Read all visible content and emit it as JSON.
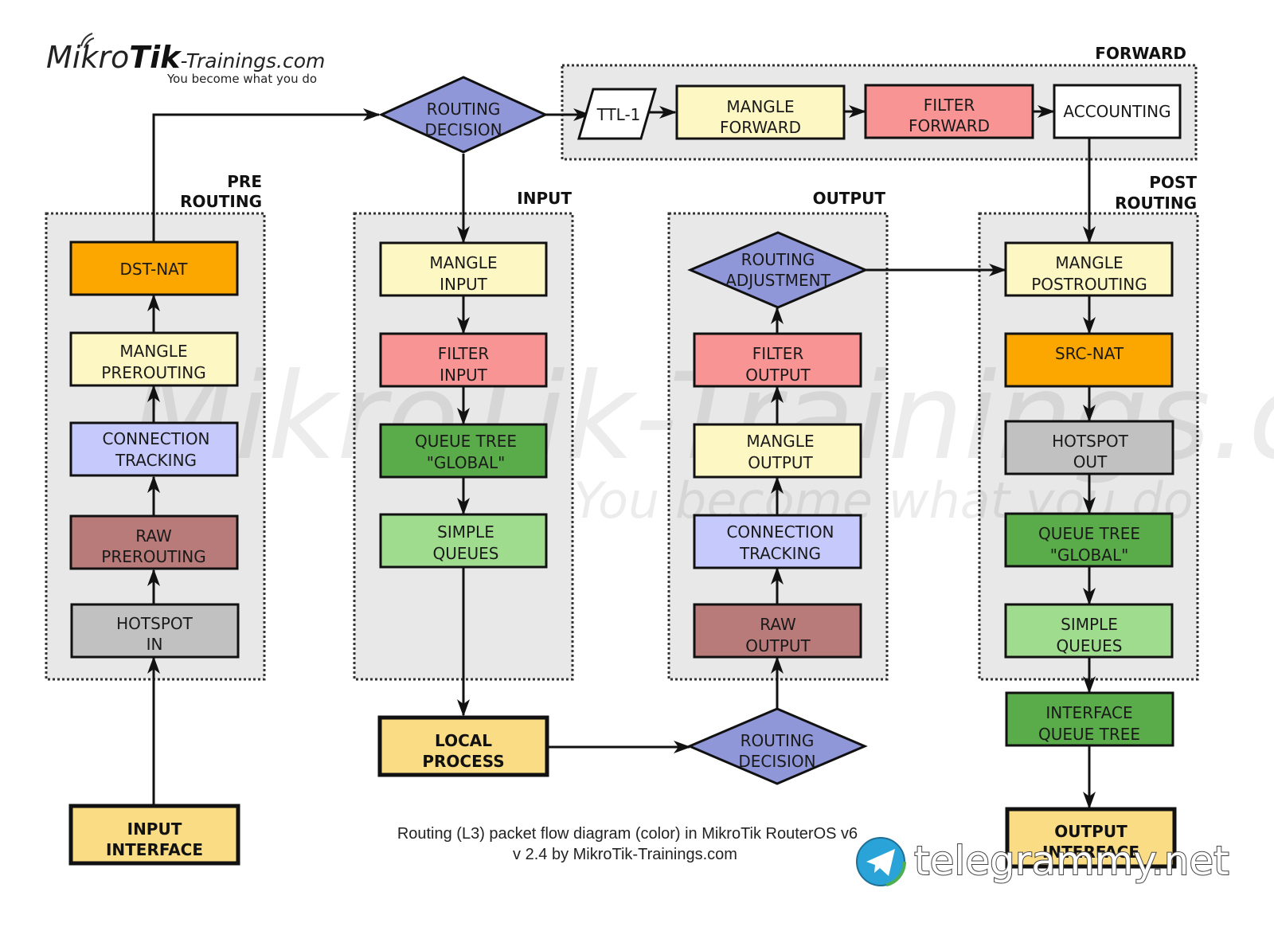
{
  "logo": {
    "name_prefix": "Mikro",
    "name_bold": "Tik",
    "suffix": "-Trainings.com",
    "tagline": "You become what you do"
  },
  "sections": {
    "prerouting": [
      "PRE",
      "ROUTING"
    ],
    "input": [
      "INPUT"
    ],
    "output": [
      "OUTPUT"
    ],
    "postrouting": [
      "POST",
      "ROUTING"
    ],
    "forward": [
      "FORWARD"
    ]
  },
  "nodes": {
    "routing_decision_top": [
      "ROUTING",
      "DECISION"
    ],
    "ttl": [
      "TTL-1"
    ],
    "mangle_forward": [
      "MANGLE",
      "FORWARD"
    ],
    "filter_forward": [
      "FILTER",
      "FORWARD"
    ],
    "accounting": [
      "ACCOUNTING"
    ],
    "dst_nat": [
      "DST-NAT"
    ],
    "mangle_prerouting": [
      "MANGLE",
      "PREROUTING"
    ],
    "connection_tracking_pre": [
      "CONNECTION",
      "TRACKING"
    ],
    "raw_prerouting": [
      "RAW",
      "PREROUTING"
    ],
    "hotspot_in": [
      "HOTSPOT",
      "IN"
    ],
    "input_interface": [
      "INPUT",
      "INTERFACE"
    ],
    "mangle_input": [
      "MANGLE",
      "INPUT"
    ],
    "filter_input": [
      "FILTER",
      "INPUT"
    ],
    "queue_tree_global_in": [
      "QUEUE TREE",
      "\"GLOBAL\""
    ],
    "simple_queues_in": [
      "SIMPLE",
      "QUEUES"
    ],
    "local_process": [
      "LOCAL",
      "PROCESS"
    ],
    "routing_adjustment": [
      "ROUTING",
      "ADJUSTMENT"
    ],
    "filter_output": [
      "FILTER",
      "OUTPUT"
    ],
    "mangle_output": [
      "MANGLE",
      "OUTPUT"
    ],
    "connection_tracking_out": [
      "CONNECTION",
      "TRACKING"
    ],
    "raw_output": [
      "RAW",
      "OUTPUT"
    ],
    "routing_decision_bottom": [
      "ROUTING",
      "DECISION"
    ],
    "mangle_postrouting": [
      "MANGLE",
      "POSTROUTING"
    ],
    "src_nat": [
      "SRC-NAT"
    ],
    "hotspot_out": [
      "HOTSPOT",
      "OUT"
    ],
    "queue_tree_global_post": [
      "QUEUE TREE",
      "\"GLOBAL\""
    ],
    "simple_queues_post": [
      "SIMPLE",
      "QUEUES"
    ],
    "interface_queue_tree": [
      "INTERFACE",
      "QUEUE TREE"
    ],
    "output_interface": [
      "OUTPUT",
      "INTERFACE"
    ]
  },
  "caption": [
    "Routing (L3) packet flow diagram (color) in MikroTik RouterOS v6",
    "v 2.4 by MikroTik-Trainings.com"
  ],
  "watermark": {
    "brand": "MikroTik-Trainings.com",
    "tagline": "You become what you do"
  },
  "telegram": {
    "text": "telegrammy.net"
  },
  "colors": {
    "mangle": "#fdf7c3",
    "filter": "#f99494",
    "nat": "#fca600",
    "conntrack": "#c6c9fc",
    "raw": "#b97b79",
    "hotspot": "#c1c1c1",
    "queue_tree": "#5aac4a",
    "simple_queues": "#9fdc8e",
    "local_process": "#f9dc84",
    "routing": "#9097d8",
    "section_bg": "#e8e8e8"
  }
}
